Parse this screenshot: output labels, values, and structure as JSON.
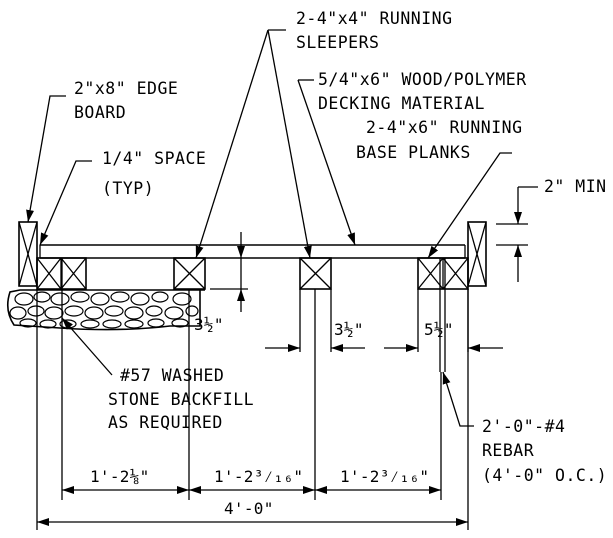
{
  "labels": {
    "sleepers_1": "2-4\"x4\" RUNNING",
    "sleepers_2": "SLEEPERS",
    "decking_1": "5/4\"x6\" WOOD/POLYMER",
    "decking_2": "DECKING MATERIAL",
    "base_1": "2-4\"x6\" RUNNING",
    "base_2": "BASE PLANKS",
    "edge_1": "2\"x8\" EDGE",
    "edge_2": "BOARD",
    "space_1": "1/4\" SPACE",
    "space_2": "(TYP)",
    "min": "2\" MIN",
    "backfill_1": "#57 WASHED",
    "backfill_2": "STONE BACKFILL",
    "backfill_3": "AS REQUIRED",
    "rebar_1": "2'-0\"-#4",
    "rebar_2": "REBAR",
    "rebar_3": "(4'-0\" O.C.)"
  },
  "dimensions": {
    "sleeper_height": "3½\"",
    "sleeper_width": "3½\"",
    "plank_width": "5½\"",
    "span_1": "1'-2⅛\"",
    "span_2": "1'-2³⁄₁₆\"",
    "span_3": "1'-2³⁄₁₆\"",
    "overall": "4'-0\""
  }
}
